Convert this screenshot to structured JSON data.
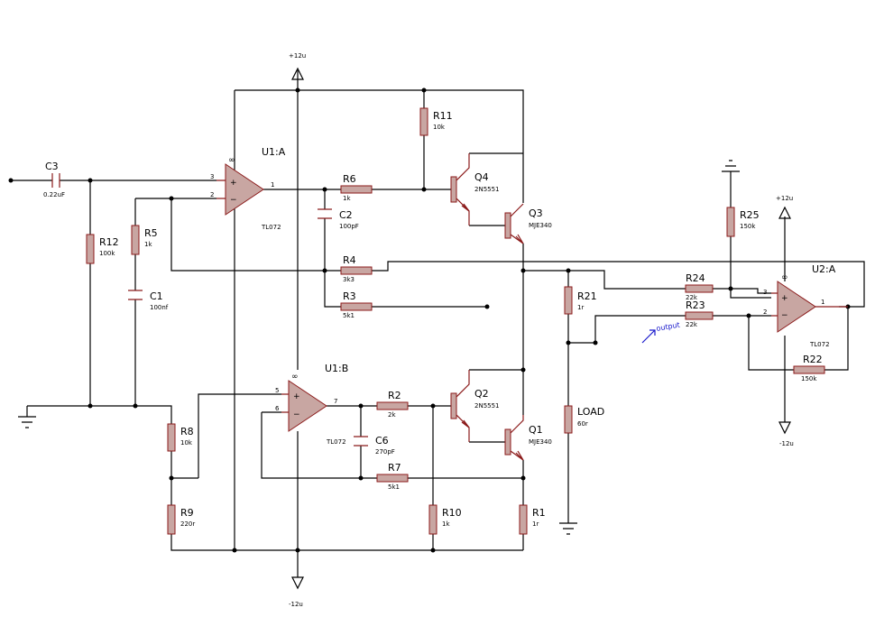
{
  "supply": {
    "pos": "+12u",
    "neg": "-12u"
  },
  "opamps": {
    "u1a": {
      "ref": "U1:A",
      "value": "TL072",
      "pin_pos": "3",
      "pin_neg": "2",
      "pin_out": "1"
    },
    "u1b": {
      "ref": "U1:B",
      "value": "TL072",
      "pin_pos": "5",
      "pin_neg": "6",
      "pin_out": "7"
    },
    "u2a": {
      "ref": "U2:A",
      "value": "TL072",
      "pin_pos": "3",
      "pin_neg": "2",
      "pin_out": "1"
    }
  },
  "resistors": {
    "r1": {
      "ref": "R1",
      "value": "1r"
    },
    "r2": {
      "ref": "R2",
      "value": "2k"
    },
    "r3": {
      "ref": "R3",
      "value": "5k1"
    },
    "r4": {
      "ref": "R4",
      "value": "3k3"
    },
    "r5": {
      "ref": "R5",
      "value": "1k"
    },
    "r6": {
      "ref": "R6",
      "value": "1k"
    },
    "r7": {
      "ref": "R7",
      "value": "5k1"
    },
    "r8": {
      "ref": "R8",
      "value": "10k"
    },
    "r9": {
      "ref": "R9",
      "value": "220r"
    },
    "r10": {
      "ref": "R10",
      "value": "1k"
    },
    "r11": {
      "ref": "R11",
      "value": "10k"
    },
    "r12": {
      "ref": "R12",
      "value": "100k"
    },
    "r21": {
      "ref": "R21",
      "value": "1r"
    },
    "r22": {
      "ref": "R22",
      "value": "150k"
    },
    "r23": {
      "ref": "R23",
      "value": "22k"
    },
    "r24": {
      "ref": "R24",
      "value": "22k"
    },
    "r25": {
      "ref": "R25",
      "value": "150k"
    },
    "load": {
      "ref": "LOAD",
      "value": "60r"
    }
  },
  "capacitors": {
    "c1": {
      "ref": "C1",
      "value": "100nf"
    },
    "c2": {
      "ref": "C2",
      "value": "100pF"
    },
    "c3": {
      "ref": "C3",
      "value": "0.22uF"
    },
    "c6": {
      "ref": "C6",
      "value": "270pF"
    }
  },
  "transistors": {
    "q1": {
      "ref": "Q1",
      "value": "MJE340"
    },
    "q2": {
      "ref": "Q2",
      "value": "2N5551"
    },
    "q3": {
      "ref": "Q3",
      "value": "MJE340"
    },
    "q4": {
      "ref": "Q4",
      "value": "2N5551"
    }
  },
  "probe": {
    "label": "output"
  },
  "symbols": {
    "infinity": "∞",
    "plus": "+",
    "minus": "−"
  },
  "colors": {
    "component_fill": "#c8a6a2",
    "component_stroke": "#8b1a1a",
    "wire": "#000000",
    "probe": "#1a1acc"
  }
}
